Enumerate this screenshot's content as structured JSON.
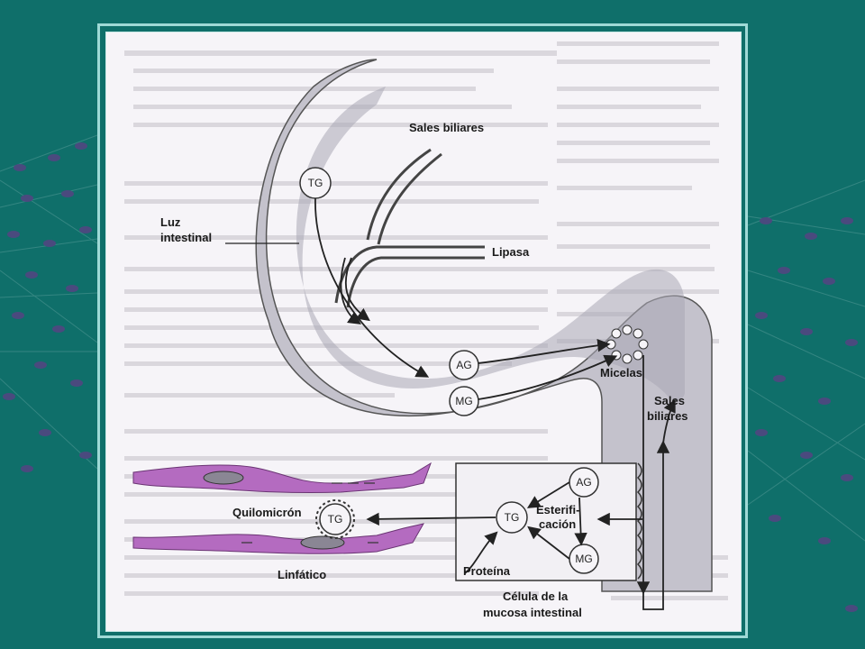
{
  "slide": {
    "background_color": "#0f6f6a",
    "frame_color": "#9fd9d6",
    "figure_background": "#f6f4f8"
  },
  "diagram": {
    "labels": {
      "sales_biliares_top": "Sales biliares",
      "luz_line1": "Luz",
      "luz_line2": "intestinal",
      "lipasa": "Lipasa",
      "micelas": "Micelas",
      "sales_biliares_right_1": "Sales",
      "sales_biliares_right_2": "biliares",
      "esterif_1": "Esterifi-",
      "esterif_2": "cación",
      "quilomicron": "Quilomicrón",
      "proteina": "Proteína",
      "linfatico": "Linfático",
      "celula_1": "Célula de la",
      "celula_2": "mucosa intestinal"
    },
    "molecules": {
      "tg_lumen": "TG",
      "ag_lumen": "AG",
      "mg_lumen": "MG",
      "ag_cell": "AG",
      "tg_cell": "TG",
      "mg_cell": "MG",
      "tg_chylo": "TG"
    },
    "colors": {
      "intestine_wall": "#c4c2cc",
      "lymph_vessel": "#b46bc0",
      "arrow": "#222222"
    }
  }
}
